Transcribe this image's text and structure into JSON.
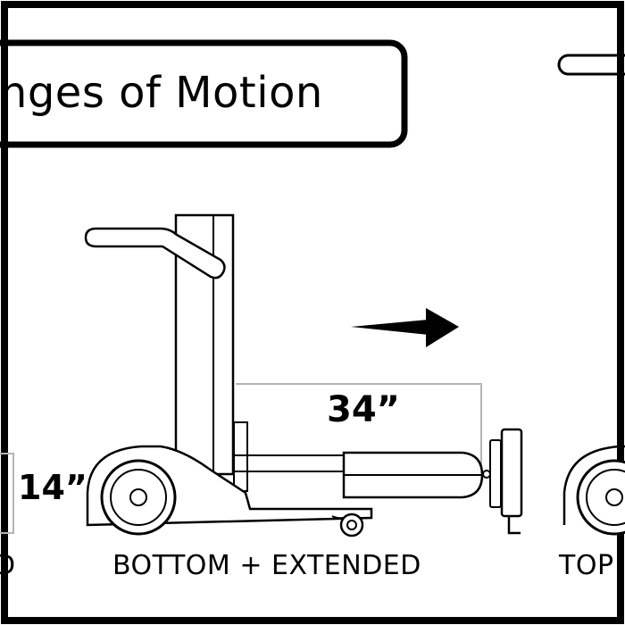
{
  "title": "anges of Motion",
  "dimensions": {
    "horizontal": "34”",
    "vertical": "14”"
  },
  "captions": {
    "left": "D",
    "center": "BOTTOM + EXTENDED",
    "right": "TOP"
  },
  "colors": {
    "line": "#000000",
    "background": "#ffffff",
    "dimension_line": "#b4b4b4"
  },
  "icons": [
    "arrow-right-icon",
    "wheel-icon"
  ]
}
